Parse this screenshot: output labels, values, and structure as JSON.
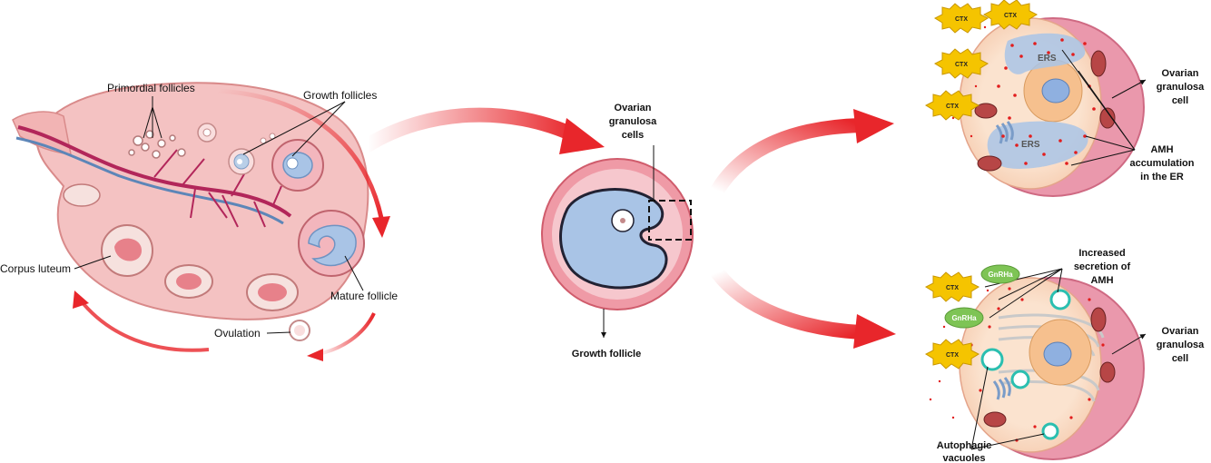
{
  "ovary": {
    "primordial_follicles": "Primordial  follicles",
    "growth_follicles": "Growth follicles",
    "corpus_luteum": "Corpus luteum",
    "mature_follicle": "Mature follicle",
    "ovulation": "Ovulation"
  },
  "follicle": {
    "granulosa_cells": [
      "Ovarian",
      "granulosa",
      "cells"
    ],
    "growth_follicle": "Growth follicle"
  },
  "cell_top": {
    "drug_badges": [
      "CTX",
      "CTX",
      "CTX",
      "CTX"
    ],
    "ers_labels": [
      "ERS",
      "ERS"
    ],
    "cell_label": [
      "Ovarian",
      "granulosa",
      "cell"
    ],
    "amh_label": [
      "AMH",
      "accumulation",
      "in the ER"
    ]
  },
  "cell_bottom": {
    "ctx_badges": [
      "CTX",
      "CTX"
    ],
    "gnrha_badges": [
      "GnRHa",
      "GnRHa"
    ],
    "secretion_label": [
      "Increased",
      "secretion of",
      "AMH"
    ],
    "cell_label": [
      "Ovarian",
      "granulosa",
      "cell"
    ],
    "vacuole_label": [
      "Autophagic",
      "vacuoles"
    ]
  },
  "colors": {
    "arrow_red": "#e8262b",
    "tissue_pink": "#f4c2c2",
    "follicle_blue": "#a9c4e6",
    "nucleus_orange": "#f6c08e",
    "ctx_yellow": "#f5c400",
    "gnrha_green": "#7ec455",
    "vacuole_teal": "#2bbfb0"
  }
}
